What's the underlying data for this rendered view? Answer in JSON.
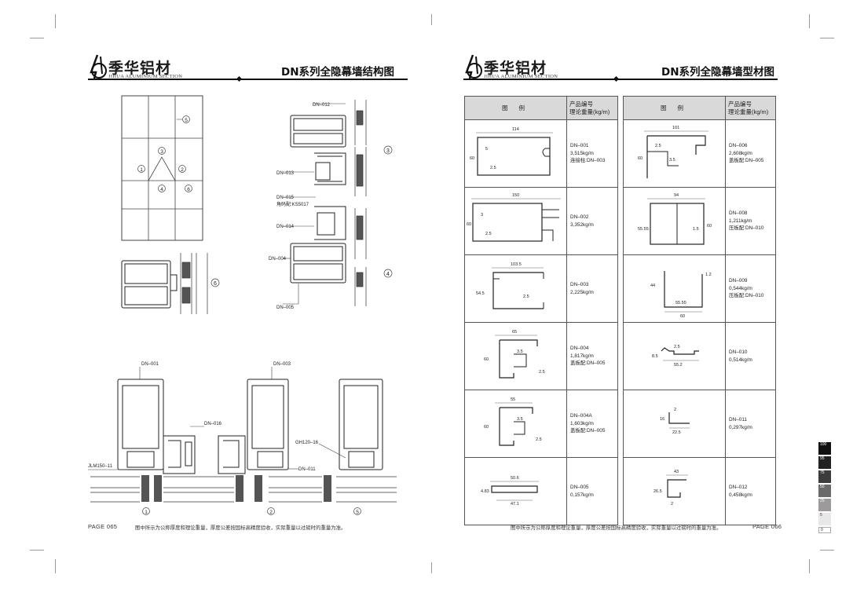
{
  "brand": {
    "name_cn": "季华铝材",
    "name_en": "JIHUA ALUMINIUM SECTION"
  },
  "left_page": {
    "title": "DN系列全隐幕墙结构图",
    "page_number": "PAGE 065",
    "footnote": "图中所示为公称厚度和理论重量，厚度公差按国标高精度验收，实际重量以过磅时的重量为准。",
    "elevation_markers": [
      "5",
      "3",
      "1",
      "2",
      "4",
      "6"
    ],
    "section_markers": [
      "3",
      "4",
      "6"
    ],
    "vertical_labels": [
      "DN–012",
      "DN–013",
      "DN–015",
      "角码配:KS5017",
      "DN–014",
      "DN–004",
      "DN–005"
    ],
    "horizontal_labels": [
      "DN–001",
      "DN–003",
      "DN–016",
      "GH120–16",
      "JLM150–11",
      "DN–011"
    ],
    "bottom_markers": [
      "1",
      "2",
      "5"
    ]
  },
  "right_page": {
    "title": "DN系列全隐幕墙型材图",
    "page_number": "PAGE 066",
    "footnote": "图中所示为公称厚度和理论重量，厚度公差按国标高精度验收，实际重量以过磅时的重量为准。",
    "header_figure": "图  例",
    "header_code_line1": "产品编号",
    "header_code_line2": "理论重量(kg/m)",
    "left_rows": [
      {
        "code": "DN–001",
        "weight": "3,515kg/m",
        "note": "连接柱:DN–003",
        "dims": [
          "114",
          "5",
          "60",
          "2.5"
        ]
      },
      {
        "code": "DN–002",
        "weight": "3,352kg/m",
        "note": "",
        "dims": [
          "150",
          "3",
          "60",
          "2.5"
        ]
      },
      {
        "code": "DN–003",
        "weight": "2,225kg/m",
        "note": "",
        "dims": [
          "103.5",
          "54.5",
          "2.5"
        ]
      },
      {
        "code": "DN–004",
        "weight": "1,817kg/m",
        "note": "盖板配:DN–005",
        "dims": [
          "65",
          "3.5",
          "60",
          "2.5"
        ]
      },
      {
        "code": "DN–004A",
        "weight": "1,603kg/m",
        "note": "盖板配:DN–005",
        "dims": [
          "55",
          "3.5",
          "60",
          "2.5"
        ]
      },
      {
        "code": "DN–005",
        "weight": "0,157kg/m",
        "note": "",
        "dims": [
          "50.6",
          "4.83",
          "47.1"
        ]
      }
    ],
    "right_rows": [
      {
        "code": "DN–006",
        "weight": "2,608kg/m",
        "note": "盖板配:DN–005",
        "dims": [
          "101",
          "2.5",
          "60",
          "3.5"
        ]
      },
      {
        "code": "DN–008",
        "weight": "1,211kg/m",
        "note": "压板配:DN–010",
        "dims": [
          "94",
          "55.55",
          "1.5",
          "60"
        ]
      },
      {
        "code": "DN–009",
        "weight": "0,544kg/m",
        "note": "压板配:DN–010",
        "dims": [
          "44",
          "1.2",
          "55.55",
          "60"
        ]
      },
      {
        "code": "DN–010",
        "weight": "0,514kg/m",
        "note": "",
        "dims": [
          "2.5",
          "8.5",
          "55.2"
        ]
      },
      {
        "code": "DN–011",
        "weight": "0,297kg/m",
        "note": "",
        "dims": [
          "2",
          "16",
          "22.5"
        ]
      },
      {
        "code": "DN–012",
        "weight": "0,458kg/m",
        "note": "",
        "dims": [
          "43",
          "26.5",
          "2"
        ]
      }
    ]
  },
  "color_bar": [
    "100",
    "95",
    "75",
    "50",
    "25",
    "5",
    "0"
  ]
}
